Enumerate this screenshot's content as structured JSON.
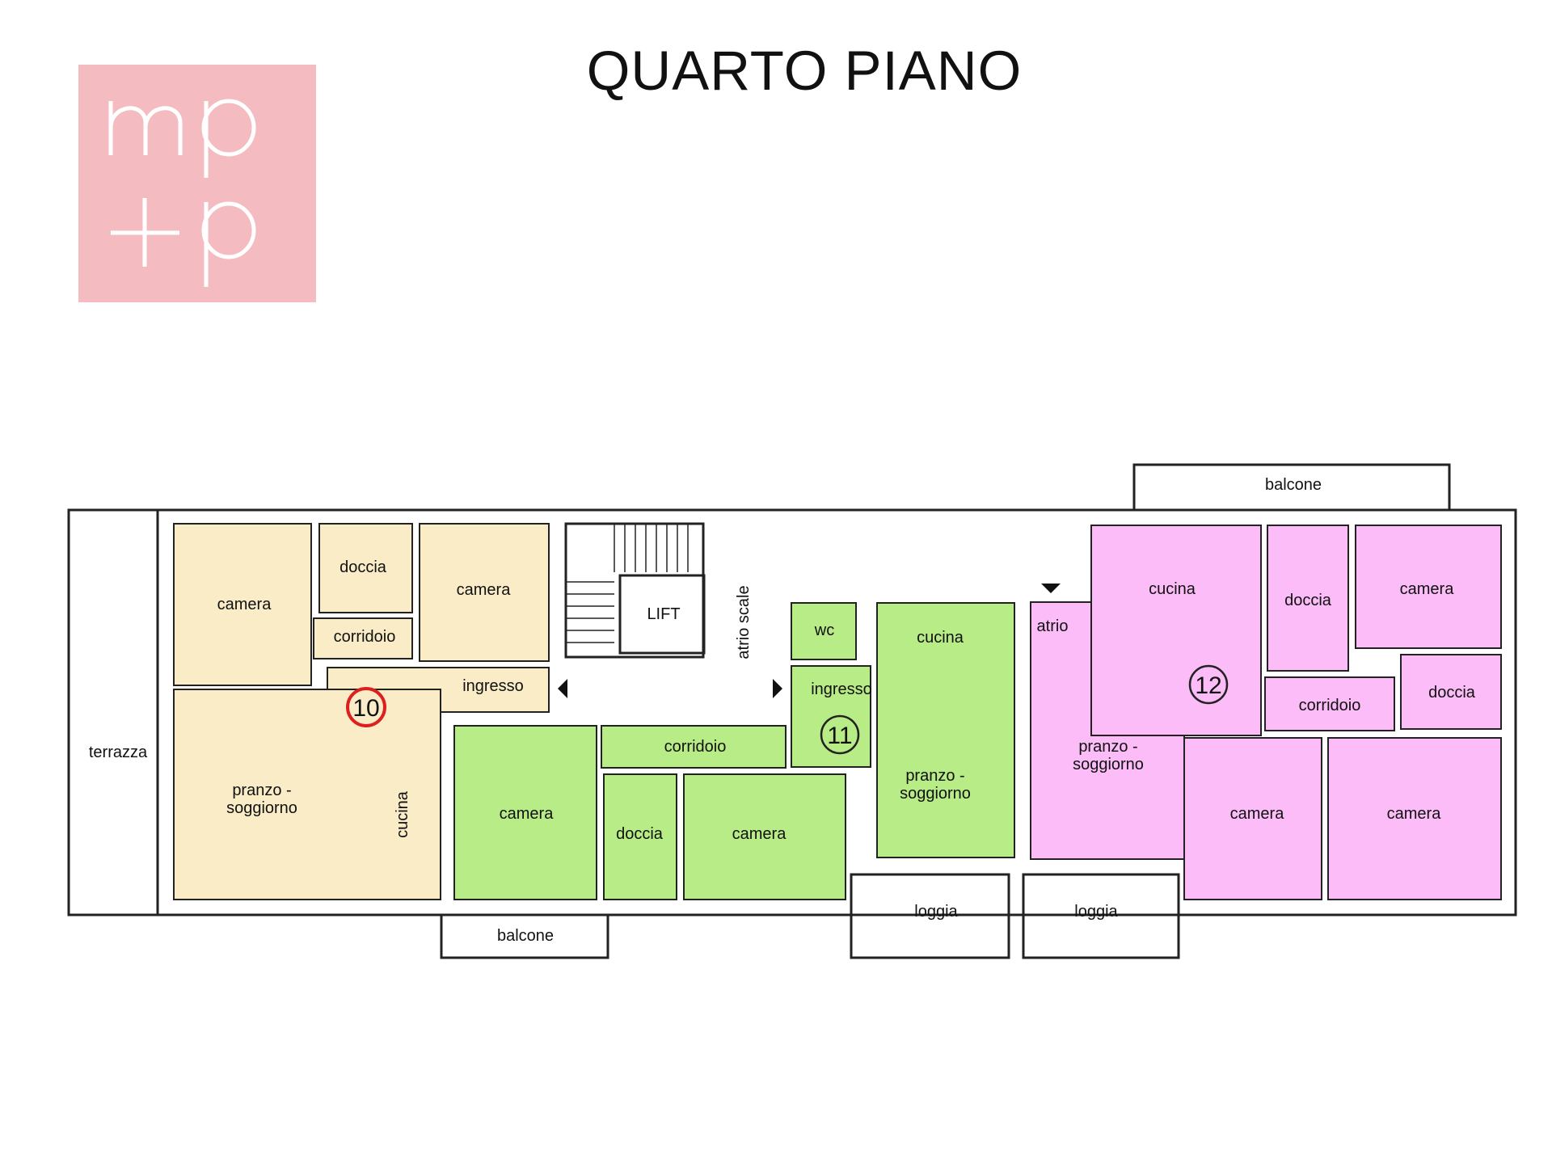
{
  "title": "QUARTO PIANO",
  "logo": {
    "text_line1": "mp",
    "text_line2": "+p",
    "background": "#f4bcc0",
    "text_color": "#ffffff"
  },
  "colors": {
    "unit_10": "#faecc6",
    "unit_11": "#b8ec86",
    "unit_12": "#fbbcf7",
    "walls": "#222222",
    "marker_10": "#dd1f1f"
  },
  "units": [
    {
      "number": "10",
      "rooms": {
        "camera_left": "camera",
        "doccia": "doccia",
        "camera_right": "camera",
        "corridoio": "corridoio",
        "ingresso": "ingresso",
        "pranzo_soggiorno": "pranzo -\nsoggiorno",
        "cucina": "cucina"
      }
    },
    {
      "number": "11",
      "rooms": {
        "wc": "wc",
        "cucina": "cucina",
        "ingresso": "ingresso",
        "corridoio": "corridoio",
        "camera_left": "camera",
        "doccia": "doccia",
        "camera_right": "camera",
        "pranzo_soggiorno": "pranzo -\nsoggiorno"
      }
    },
    {
      "number": "12",
      "rooms": {
        "atrio": "atrio",
        "cucina": "cucina",
        "doccia_top": "doccia",
        "camera_top": "camera",
        "doccia_right": "doccia",
        "corridoio": "corridoio",
        "pranzo_soggiorno": "pranzo -\nsoggiorno",
        "camera_left": "camera",
        "camera_right": "camera"
      }
    }
  ],
  "common": {
    "terrazza": "terrazza",
    "lift": "LIFT",
    "atrio_scale": "atrio scale",
    "balcone_top": "balcone",
    "balcone_bottom": "balcone",
    "loggia_left": "loggia",
    "loggia_right": "loggia"
  }
}
